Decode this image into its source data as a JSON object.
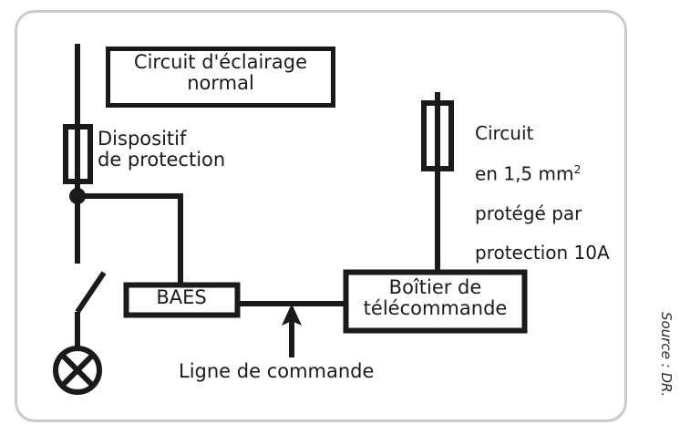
{
  "diagram": {
    "type": "electrical-schematic",
    "title_box": {
      "line1": "Circuit d'éclairage",
      "line2": "normal",
      "text": "Circuit d'éclairage\nnormal"
    },
    "labels": {
      "protection": "Dispositif\nde protection",
      "circuit_right_line1": "Circuit",
      "circuit_right_line2": "en 1,5 mm",
      "circuit_right_line2_sup": "2",
      "circuit_right_line3": "protégé par",
      "circuit_right_line4": "protection 10A",
      "command_line": "Ligne de commande"
    },
    "boxes": {
      "baes": "BAES",
      "remote_unit": "Boîtier de\ntélécommande"
    },
    "symbols": {
      "fuse_left": "fuse-symbol",
      "fuse_right": "fuse-symbol",
      "lamp": "lamp-cross-circle-symbol",
      "switch": "switch-symbol",
      "junction": "junction-dot",
      "arrow": "arrow-up"
    },
    "colors": {
      "ink": "#1a1a1a",
      "frame": "#cfc8c6",
      "background": "#ffffff"
    }
  },
  "credit": {
    "text": "Source : DR."
  }
}
